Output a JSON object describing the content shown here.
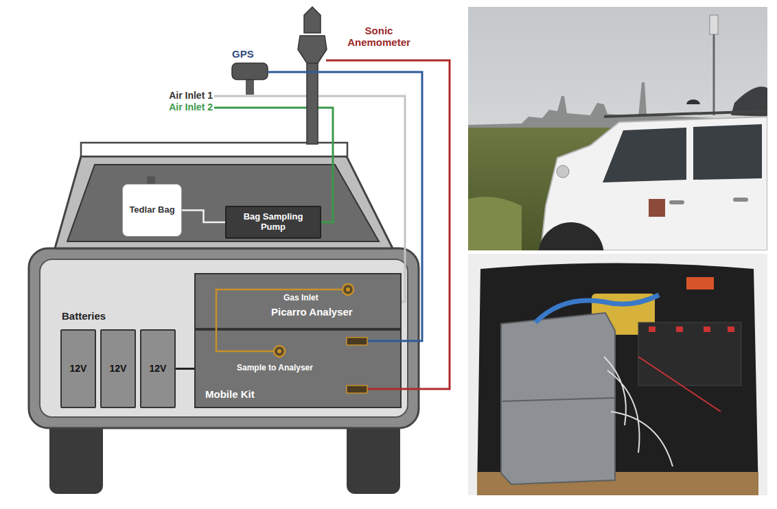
{
  "diagram": {
    "nodes": [
      {
        "text": [
          "Tedlar Bag"
        ]
      },
      {
        "text": [
          "Bag Sampling Pump"
        ]
      },
      {
        "text": [
          "12V"
        ]
      },
      {
        "text": [
          "12V"
        ]
      },
      {
        "text": [
          "12V"
        ]
      },
      {
        "text": [
          "Gas Inlet",
          "Picarro Analyser"
        ]
      },
      {
        "text": [
          "Sample to Analyser",
          "Mobile Kit"
        ]
      }
    ],
    "edges": [
      {
        "from": 0,
        "to": 1,
        "arrow": "none"
      },
      {
        "from": 4,
        "to": 6,
        "arrow": "none"
      }
    ],
    "labels": [
      "Sonic Anemometer",
      "GPS",
      "Air Inlet 1",
      "Air Inlet 2",
      "Batteries"
    ]
  }
}
